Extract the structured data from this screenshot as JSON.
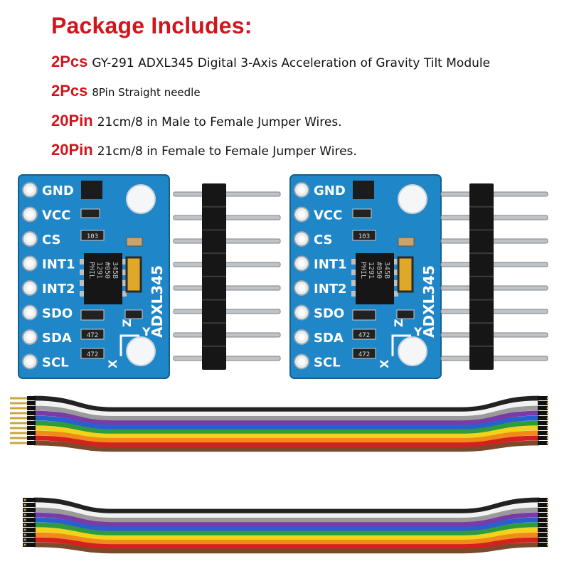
{
  "heading": "Package Includes:",
  "items": [
    {
      "qty": "2Pcs",
      "desc": "GY-291 ADXL345 Digital 3-Axis Acceleration of Gravity Tilt Module"
    },
    {
      "qty": "2Pcs",
      "desc": "8Pin Straight needle"
    },
    {
      "qty": "20Pin",
      "desc": "21cm/8 in Male to Female Jumper Wires."
    },
    {
      "qty": "20Pin",
      "desc": "21cm/8 in Female to Female Jumper Wires."
    }
  ],
  "board": {
    "pins": [
      "GND",
      "VCC",
      "CS",
      "INT1",
      "INT2",
      "SDO",
      "SDA",
      "SCL"
    ],
    "chip_name": "ADXL345",
    "chip_marking": [
      "345B",
      "#050",
      "1291",
      "PHIL"
    ],
    "axes": [
      "Z",
      "Y",
      "X"
    ],
    "resistor_codes": [
      "103",
      "472",
      "472"
    ]
  },
  "colors": {
    "accent": "#d0161c",
    "pcb": "#1f86c8",
    "wires": [
      "#7a4a2a",
      "#d62020",
      "#f08a18",
      "#f2d21a",
      "#2e9c3a",
      "#2a5fd0",
      "#7a3aa8",
      "#9a9a9a",
      "#f2f2f2",
      "#222222"
    ]
  }
}
